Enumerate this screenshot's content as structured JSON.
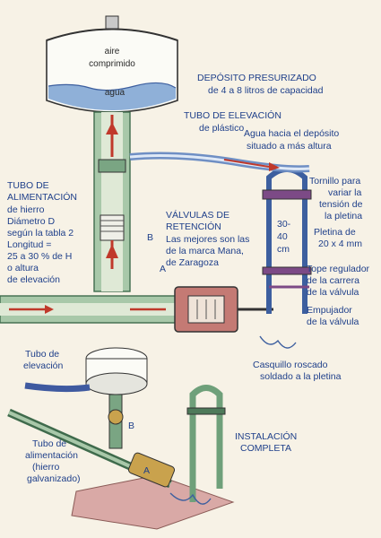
{
  "labels": {
    "aire": "aire",
    "comprimido": "comprimido",
    "agua": "agua",
    "deposito_l1": "DEPÓSITO PRESURIZADO",
    "deposito_l2": "de 4 a 8 litros de capacidad",
    "tubo_elev_l1": "TUBO DE ELEVACIÓN",
    "tubo_elev_l2": "de plástico",
    "agua_hacia_l1": "Agua hacia el depósito",
    "agua_hacia_l2": "situado a más altura",
    "tubo_alim_l1": "TUBO DE",
    "tubo_alim_l2": "ALIMENTACIÓN",
    "tubo_alim_l3": "de hierro",
    "tubo_alim_l4": "Diámetro D",
    "tubo_alim_l5": "según la tabla 2",
    "tubo_alim_l6": "Longitud =",
    "tubo_alim_l7": "25 a 30 % de H",
    "tubo_alim_l8": "o altura",
    "tubo_alim_l9": "de elevación",
    "valvulas_l1": "VÁLVULAS DE",
    "valvulas_l2": "RETENCIÓN",
    "valvulas_l3": "Las mejores son las",
    "valvulas_l4": "de la marca Mana,",
    "valvulas_l5": "de Zaragoza",
    "letter_b": "B",
    "letter_a": "A",
    "tornillo_l1": "Tornillo para",
    "tornillo_l2": "variar la",
    "tornillo_l3": "tensión de",
    "tornillo_l4": "la pletina",
    "pletina_l1": "Pletina de",
    "pletina_l2": "20 x 4 mm",
    "cm_l1": "30-",
    "cm_l2": "40",
    "cm_l3": "cm",
    "tope_l1": "Tope regulador",
    "tope_l2": "de la carrera",
    "tope_l3": "de la válvula",
    "empujador_l1": "Empujador",
    "empujador_l2": "de la válvula",
    "casquillo_l1": "Casquillo roscado",
    "casquillo_l2": "soldado a la pletina",
    "tubo_elev2_l1": "Tubo de",
    "tubo_elev2_l2": "elevación",
    "tubo_alim2_l1": "Tubo de",
    "tubo_alim2_l2": "alimentación",
    "tubo_alim2_l3": "(hierro",
    "tubo_alim2_l4": "galvanizado)",
    "instalacion_l1": "INSTALACIÓN",
    "instalacion_l2": "COMPLETA"
  },
  "colors": {
    "label_blue": "#1e3f8a",
    "pipe_green": "#7aa583",
    "pipe_dark": "#3f6b4c",
    "water_blue": "#6f8fc4",
    "pipe_red": "#c0392b",
    "tank_fill": "#fbfbf6",
    "concrete": "#d9a9a6"
  }
}
